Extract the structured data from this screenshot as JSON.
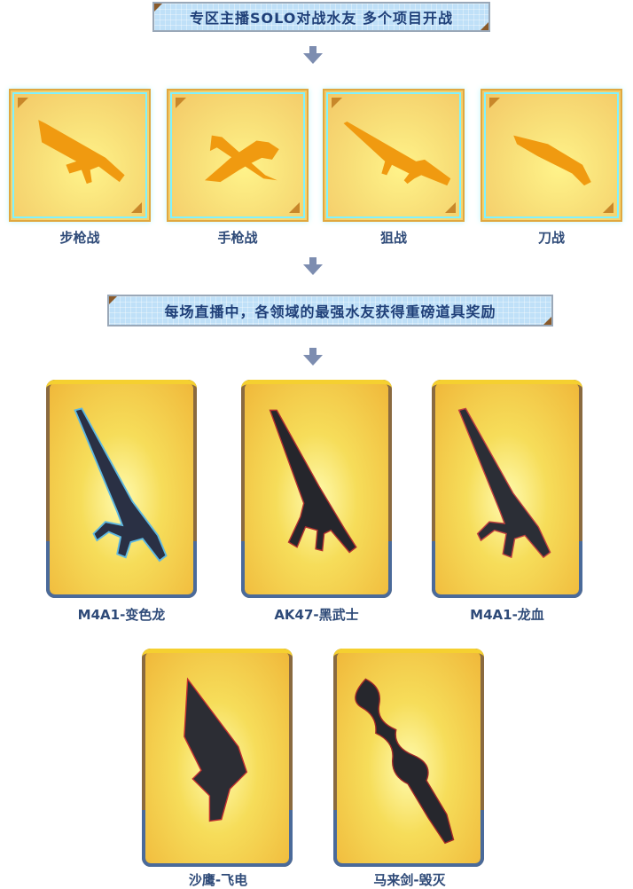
{
  "banner_top": "专区主播SOLO对战水友 多个项目开战",
  "modes": [
    {
      "label": "步枪战",
      "icon": "rifle-icon"
    },
    {
      "label": "手枪战",
      "icon": "pistol-knife-icon"
    },
    {
      "label": "狙战",
      "icon": "sniper-icon"
    },
    {
      "label": "刀战",
      "icon": "knife-icon"
    }
  ],
  "banner_mid": "每场直播中，各领域的最强水友获得重磅道具奖励",
  "rewards": [
    {
      "label": "M4A1-变色龙"
    },
    {
      "label": "AK47-黑武士"
    },
    {
      "label": "M4A1-龙血"
    },
    {
      "label": "沙鹰-飞电"
    },
    {
      "label": "马来剑-毁灭"
    }
  ],
  "colors": {
    "accent": "#2e4a78",
    "weapon_silhouette": "#f09a10",
    "arrow": "#7d8db0"
  }
}
